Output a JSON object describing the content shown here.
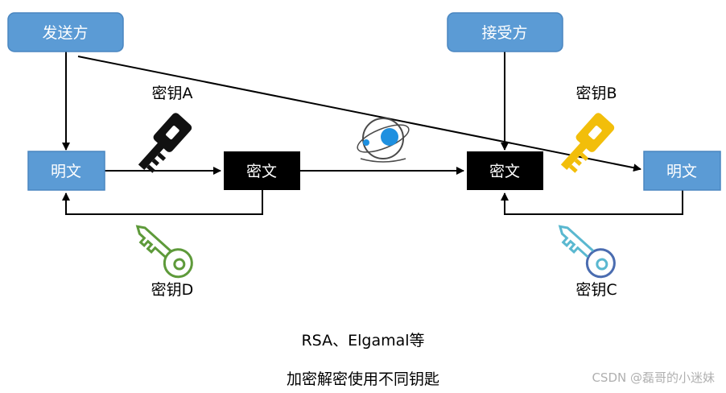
{
  "nodes": {
    "sender": "发送方",
    "receiver": "接受方",
    "plaintext_left": "明文",
    "ciphertext_left": "密文",
    "ciphertext_right": "密文",
    "plaintext_right": "明文"
  },
  "keys": {
    "key_a": "密钥A",
    "key_b": "密钥B",
    "key_c": "密钥C",
    "key_d": "密钥D"
  },
  "captions": {
    "algorithms": "RSA、Elgamal等",
    "note": "加密解密使用不同钥匙"
  },
  "watermark": "CSDN @磊哥的小迷妹",
  "colors": {
    "box_blue": "#5b9bd5",
    "box_blue_border": "#4a86c0",
    "box_black": "#000000",
    "key_a": "#111111",
    "key_b": "#f2be0a",
    "key_c": "#5aa6c8",
    "key_d": "#5e9a3a"
  }
}
